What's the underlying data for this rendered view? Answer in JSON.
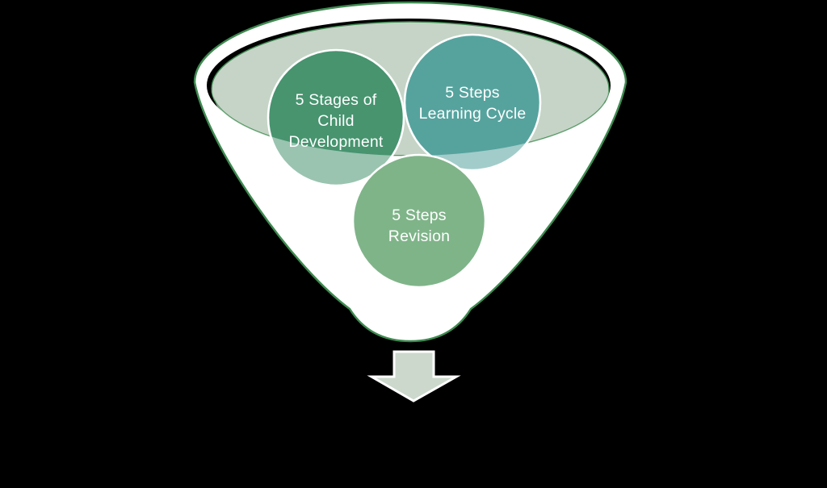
{
  "diagram": {
    "title": "funnel-diagram",
    "background_color": "#000000",
    "funnel": {
      "outline_color": "#3E8A50",
      "rim_fill": "#FFFFFF",
      "opening_fill": "#C5D4C6",
      "opening_gap_color": "#000000",
      "front_wall_overlay": "rgba(255,255,255,0.45)",
      "text_color": "#FFFFFF",
      "circles": [
        {
          "id": "child-development",
          "fill": "#47946F",
          "border": "#FFFFFF",
          "lines": [
            "5 Stages of",
            "Child",
            "Development"
          ]
        },
        {
          "id": "learning-cycle",
          "fill": "#56A39E",
          "border": "#FFFFFF",
          "lines": [
            "5 Steps",
            "Learning Cycle"
          ]
        },
        {
          "id": "revision",
          "fill": "#7FB489",
          "border": "#FFFFFF",
          "lines": [
            "5 Steps",
            "Revision"
          ]
        }
      ]
    },
    "arrow": {
      "direction": "down",
      "fill": "#CCD8CC",
      "border": "#FFFFFF"
    }
  }
}
